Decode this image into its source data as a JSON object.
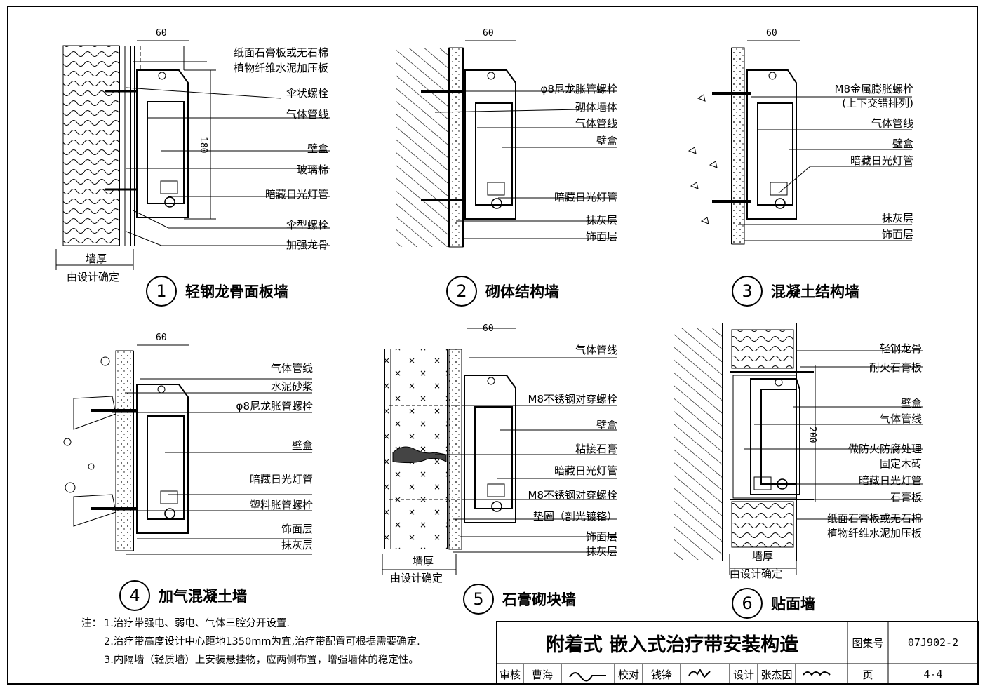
{
  "panels": [
    {
      "num": "1",
      "title": "轻钢龙骨面板墙",
      "dim60": "60",
      "dim180": "180",
      "labels": [
        "纸面石膏板或无石棉",
        "植物纤维水泥加压板",
        "伞状螺栓",
        "气体管线",
        "壁盒",
        "玻璃棉",
        "暗藏日光灯管",
        "伞型螺栓",
        "加强龙骨"
      ],
      "wall": "墙厚",
      "wall_note": "由设计确定"
    },
    {
      "num": "2",
      "title": "砌体结构墙",
      "dim60": "60",
      "labels": [
        "φ8尼龙胀管螺栓",
        "砌体墙体",
        "气体管线",
        "壁盒",
        "暗藏日光灯管",
        "抹灰层",
        "饰面层"
      ]
    },
    {
      "num": "3",
      "title": "混凝土结构墙",
      "dim60": "60",
      "labels": [
        "M8金属膨胀螺栓",
        "(上下交错排列)",
        "气体管线",
        "壁盒",
        "暗藏日光灯管",
        "抹灰层",
        "饰面层"
      ]
    },
    {
      "num": "4",
      "title": "加气混凝土墙",
      "dim60": "60",
      "labels": [
        "气体管线",
        "水泥砂浆",
        "φ8尼龙胀管螺栓",
        "壁盒",
        "暗藏日光灯管",
        "塑料胀管螺栓",
        "饰面层",
        "抹灰层"
      ]
    },
    {
      "num": "5",
      "title": "石膏砌块墙",
      "dim60": "60",
      "labels": [
        "气体管线",
        "M8不锈钢对穿螺栓",
        "壁盒",
        "粘接石膏",
        "暗藏日光灯管",
        "M8不锈钢对穿螺栓",
        "垫圈（剖光镀铬）",
        "饰面层",
        "抹灰层"
      ],
      "wall": "墙厚",
      "wall_note": "由设计确定"
    },
    {
      "num": "6",
      "title": "贴面墙",
      "dim200": "200",
      "labels": [
        "轻钢龙骨",
        "耐火石膏板",
        "壁盒",
        "气体管线",
        "做防火防腐处理",
        "固定木砖",
        "暗藏日光灯管",
        "石膏板",
        "纸面石膏板或无石棉",
        "植物纤维水泥加压板"
      ],
      "wall": "墙厚",
      "wall_note": "由设计确定"
    }
  ],
  "notes": {
    "prefix": "注：",
    "items": [
      "1.治疗带强电、弱电、气体三腔分开设置.",
      "2.治疗带高度设计中心距地1350mm为宜,治疗带配置可根据需要确定.",
      "3.内隔墙（轻质墙）上安装悬挂物，应两侧布置，增强墙体的稳定性。"
    ]
  },
  "title_block": {
    "title": "附着式  嵌入式治疗带安装构造",
    "atlas_label": "图集号",
    "atlas_no": "07J902-2",
    "review_label": "审核",
    "reviewer": "曹海",
    "check_label": "校对",
    "checker": "钱锋",
    "design_label": "设计",
    "designer": "张杰因",
    "page_label": "页",
    "page_no": "4-4"
  }
}
